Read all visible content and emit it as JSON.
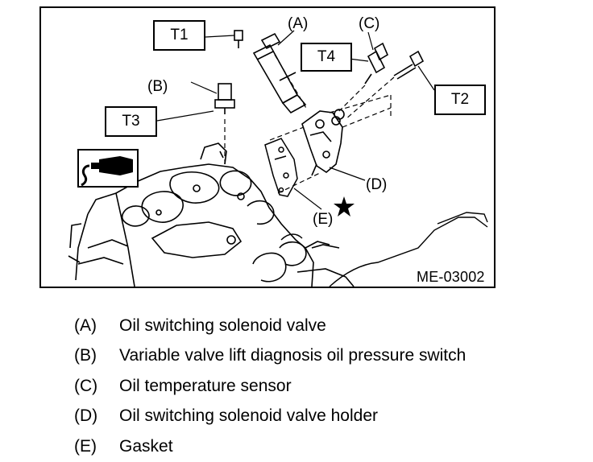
{
  "figure": {
    "code": "ME-03002",
    "torque_labels": {
      "t1": "T1",
      "t2": "T2",
      "t3": "T3",
      "t4": "T4"
    },
    "callouts": {
      "a": "(A)",
      "b": "(B)",
      "c": "(C)",
      "d": "(D)",
      "e": "(E)"
    },
    "icons": [
      "sealant-icon",
      "star-icon"
    ]
  },
  "legend": {
    "items": [
      {
        "letter": "(A)",
        "text": "Oil switching solenoid valve"
      },
      {
        "letter": "(B)",
        "text": "Variable valve lift diagnosis oil pressure switch"
      },
      {
        "letter": "(C)",
        "text": "Oil temperature sensor"
      },
      {
        "letter": "(D)",
        "text": "Oil switching solenoid valve holder"
      },
      {
        "letter": "(E)",
        "text": "Gasket"
      }
    ]
  }
}
